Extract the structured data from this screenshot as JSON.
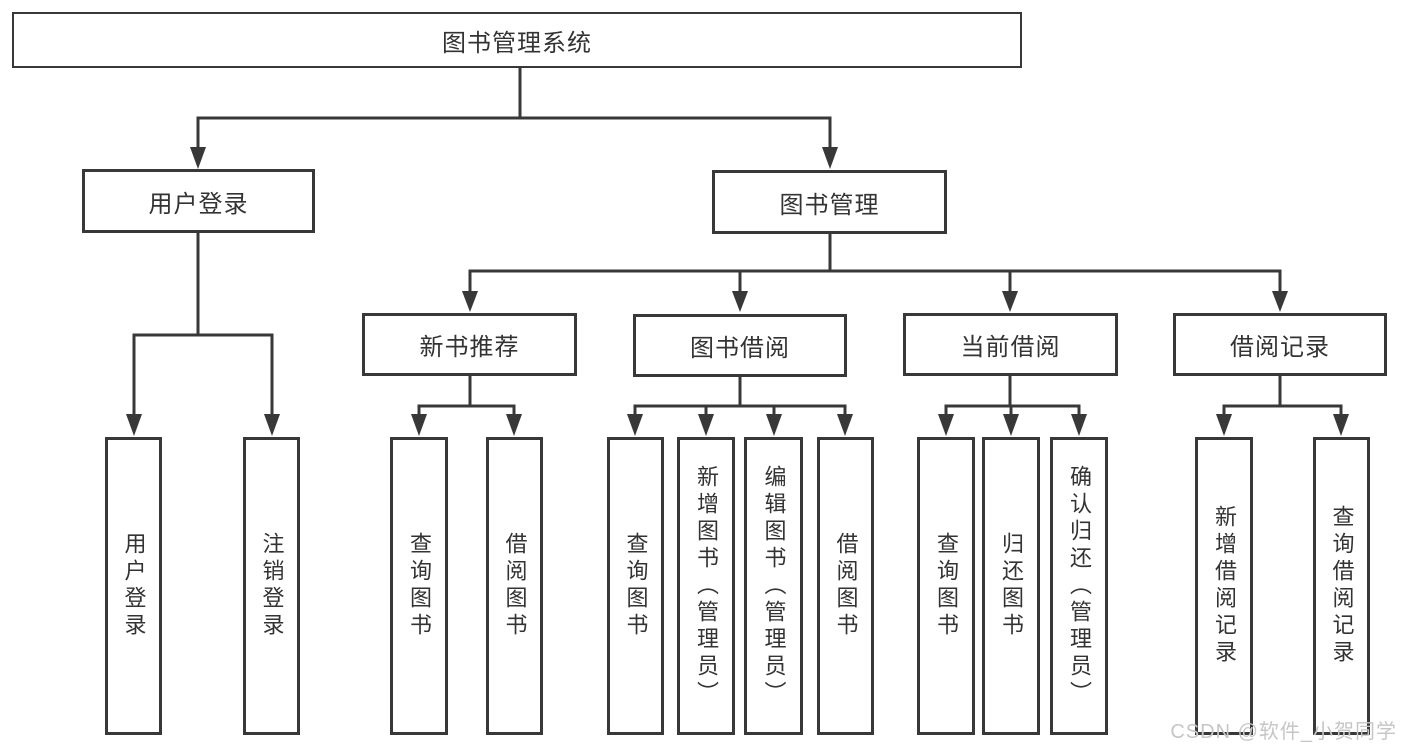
{
  "diagram": {
    "root": "图书管理系统",
    "level2": {
      "user_login": "用户登录",
      "book_management": "图书管理"
    },
    "level3": {
      "new_book_recommend": "新书推荐",
      "book_borrow": "图书借阅",
      "current_borrow": "当前借阅",
      "borrow_record": "借阅记录"
    },
    "level4": {
      "user_login_leaf": "用户登录",
      "logout_leaf": "注销登录",
      "nbr_query_book": "查询图书",
      "nbr_borrow_book": "借阅图书",
      "bb_query_book": "查询图书",
      "bb_add_book": "新增图书（管理员）",
      "bb_edit_book": "编辑图书（管理员）",
      "bb_borrow_book": "借阅图书",
      "cb_query_book": "查询图书",
      "cb_return_book": "归还图书",
      "cb_confirm_return": "确认归还（管理员）",
      "br_add_record": "新增借阅记录",
      "br_query_record": "查询借阅记录"
    }
  },
  "watermark": "CSDN @软件_小贺同学",
  "colors": {
    "line": "#383838",
    "text": "#333333",
    "watermark_gray": "#c6c6c6",
    "background": "#ffffff"
  }
}
